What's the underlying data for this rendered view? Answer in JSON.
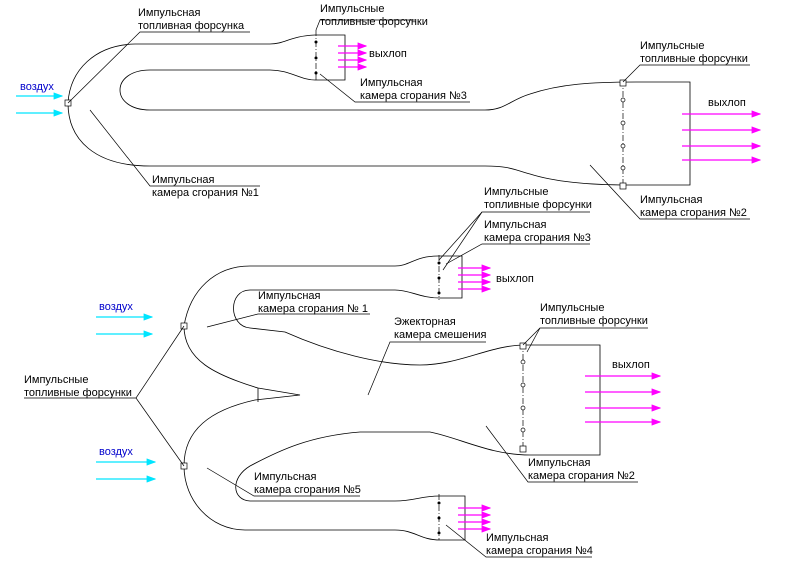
{
  "top": {
    "air": "воздух",
    "nozzle_main": [
      "Импульсная",
      "топливная форсунка"
    ],
    "nozzles_3": [
      "Импульсные",
      "топливные форсунки"
    ],
    "exhaust_3": "выхлоп",
    "chamber_3": [
      "Импульсная",
      "камера сгорания №3"
    ],
    "nozzles_2": [
      "Импульсные",
      "топливные форсунки"
    ],
    "exhaust_2": "выхлоп",
    "chamber_1": [
      "Импульсная",
      "камера сгорания №1"
    ],
    "chamber_2": [
      "Импульсная",
      "камера сгорания №2"
    ]
  },
  "bottom": {
    "nozzles_4": [
      "Импульсные",
      "топливные форсунки"
    ],
    "chamber_3": [
      "Импульсная",
      "камера сгорания №3"
    ],
    "exhaust_4": "выхлоп",
    "air_upper": "воздух",
    "chamber_1": [
      "Импульсная",
      "камера сгорания № 1"
    ],
    "ejector": [
      "Эжекторная",
      "камера смешения"
    ],
    "nozzles_2": [
      "Импульсные",
      "топливные форсунки"
    ],
    "exhaust_2": "выхлоп",
    "nozzles_main": [
      "Импульсные",
      "топливные форсунки"
    ],
    "air_lower": "воздух",
    "chamber_2": [
      "Импульсная",
      "камера сгорания №2"
    ],
    "chamber_5": [
      "Импульсная",
      "камера сгорания №5"
    ],
    "chamber_4": [
      "Импульсная",
      "камера сгорания №4"
    ]
  }
}
